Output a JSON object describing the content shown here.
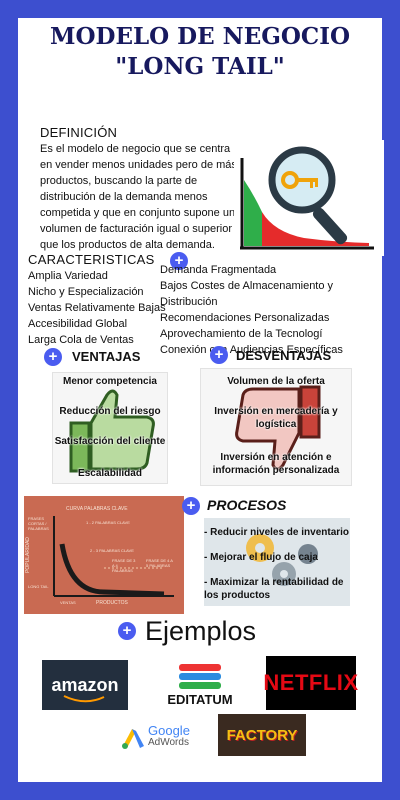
{
  "title_line1": "MODELO DE NEGOCIO",
  "title_line2": "\"LONG TAIL\"",
  "definicion": {
    "heading": "DEFINICIÓN",
    "lines": [
      "Es el modelo de negocio que se centra",
      "en vender menos unidades pero de más",
      "productos, buscando la parte de",
      "distribución de la demanda menos",
      "competida y que en conjunto supone un",
      "volumen de facturación igual o superior",
      "que los productos de alta demanda."
    ]
  },
  "caracteristicas": {
    "heading": "CARACTERISTICAS",
    "left": [
      "Amplia Variedad",
      "Nicho y Especialización",
      "Ventas Relativamente Bajas",
      "Accesibilidad Global",
      "Larga Cola de Ventas"
    ],
    "right": [
      "Demanda Fragmentada",
      "Bajos Costes de Almacenamiento y",
      "Distribución",
      "Recomendaciones Personalizadas",
      "Aprovechamiento de la Tecnologí",
      "Conexión con Audiencias Específicas"
    ]
  },
  "ventajas": {
    "heading": "VENTAJAS",
    "items": [
      "Menor competencia",
      "Reducción del riesgo",
      "Satisfacción del cliente",
      "Escalabilidad"
    ]
  },
  "desventajas": {
    "heading": "DESVENTAJAS",
    "items": [
      "Volumen de la oferta",
      "Inversión en mercadería y logística",
      "Inversión en atención e información personalizada"
    ]
  },
  "chart": {
    "title": "CURVA PALABRAS CLAVE",
    "ylabel": "POPULARIDAD",
    "xlabel": "PRODUCTOS",
    "labels": [
      "FRASES CORTAS / PALABRAS",
      "1 - 2 PALABRAS CLAVE",
      "2 - 3 PALABRAS CLAVE",
      "FRASE DE 3 A 4 PALABRAS",
      "FRASE DE 4 A 5 PALABRAS",
      "LONG TAIL",
      "VENTAS"
    ]
  },
  "procesos": {
    "heading": "PROCESOS",
    "items": [
      "- Reducir niveles de inventario",
      "- Mejorar el flujo de caja",
      "- Maximizar la rentabilidad de los productos"
    ]
  },
  "ejemplos": {
    "heading": "Ejemplos",
    "logos": [
      "amazon",
      "EDITATUM",
      "NETFLIX",
      "Google",
      "AdWords",
      "FACTORY"
    ]
  },
  "colors": {
    "background": "#3d4fcf",
    "accent": "#4a5cf0",
    "title": "#17195e",
    "chart_bg": "#c96a52",
    "netflix": "#e50914"
  }
}
